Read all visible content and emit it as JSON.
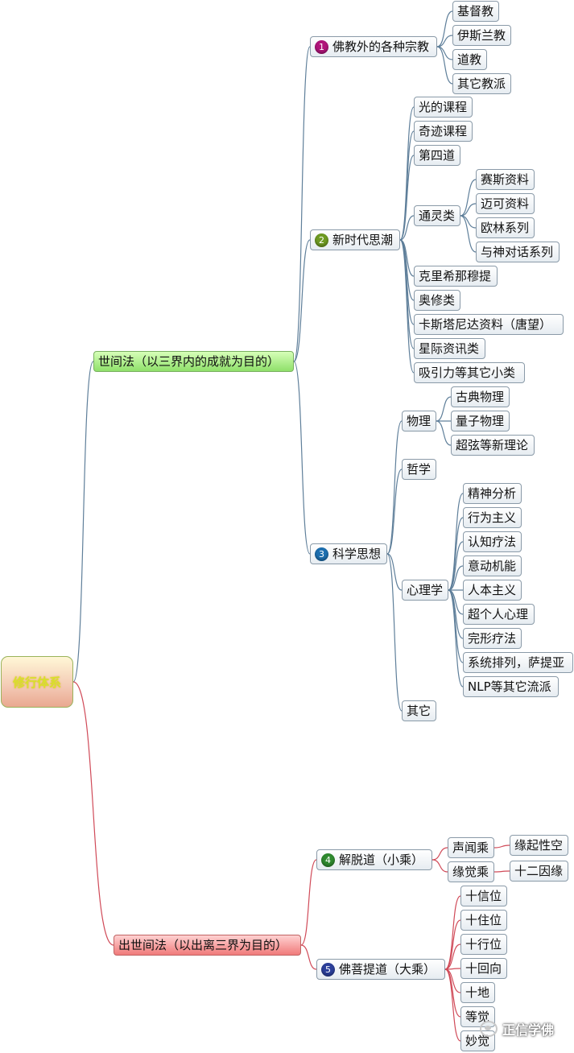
{
  "root": {
    "label": "修行体系"
  },
  "worldly": {
    "label": "世间法（以三界内的成就为目的）",
    "groups": [
      {
        "badge": "1",
        "label": "佛教外的各种宗教",
        "items": [
          "基督教",
          "伊斯兰教",
          "道教",
          "其它教派"
        ]
      },
      {
        "badge": "2",
        "label": "新时代思潮",
        "items": [
          "光的课程",
          "奇迹课程",
          "第四道",
          "通灵类",
          "克里希那穆提",
          "奥修类",
          "卡斯塔尼达资料（唐望）",
          "星际资讯类",
          "吸引力等其它小类"
        ],
        "channeling": [
          "赛斯资料",
          "迈可资料",
          "欧林系列",
          "与神对话系列"
        ]
      },
      {
        "badge": "3",
        "label": "科学思想",
        "items": [
          "物理",
          "哲学",
          "心理学",
          "其它"
        ],
        "physics": [
          "古典物理",
          "量子物理",
          "超弦等新理论"
        ],
        "psychology": [
          "精神分析",
          "行为主义",
          "认知疗法",
          "意动机能",
          "人本主义",
          "超个人心理",
          "完形疗法",
          "系统排列，萨提亚",
          "NLP等其它流派"
        ]
      }
    ]
  },
  "transcendent": {
    "label": "出世间法（以出离三界为目的）",
    "groups": [
      {
        "badge": "4",
        "label": "解脱道（小乘）",
        "items": [
          "声闻乘",
          "缘觉乘"
        ],
        "sub": [
          "缘起性空",
          "十二因缘"
        ]
      },
      {
        "badge": "5",
        "label": "佛菩提道（大乘）",
        "items": [
          "十信位",
          "十住位",
          "十行位",
          "十回向",
          "十地",
          "等觉",
          "妙觉"
        ]
      }
    ]
  },
  "watermark": "正信学佛",
  "colors": {
    "line_upper": "#5f7f9a",
    "line_lower": "#d04a58",
    "badge1": "#b0157a",
    "badge2": "#6e9a22",
    "badge3": "#1d6fb0",
    "badge4": "#2f8a2f",
    "badge5": "#2b3f9a"
  }
}
